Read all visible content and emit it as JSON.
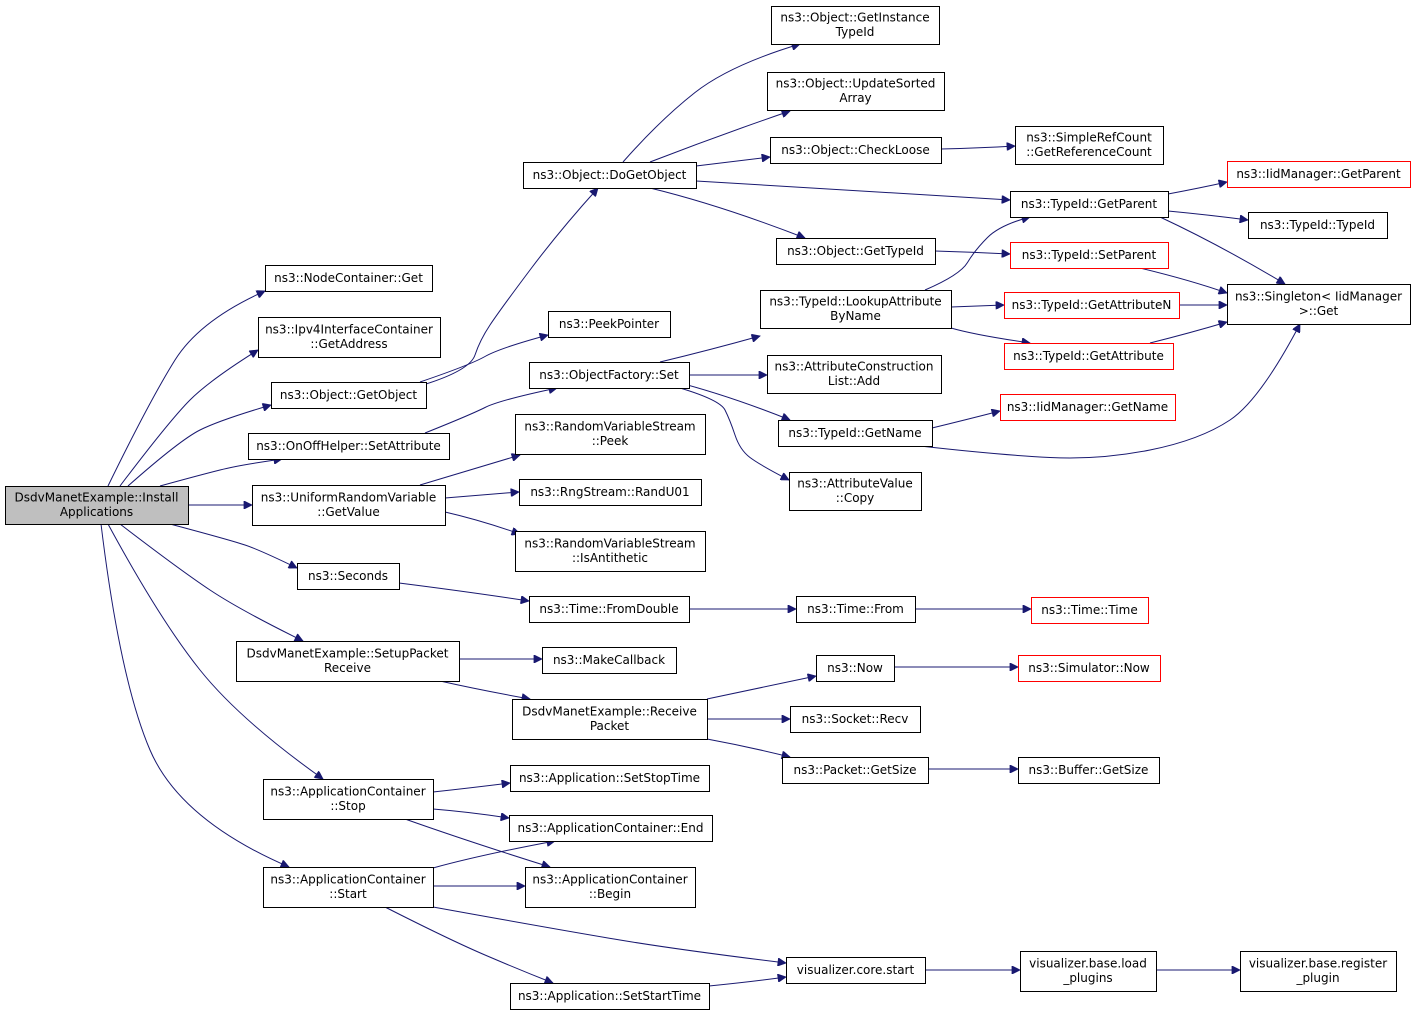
{
  "colors": {
    "edge": "#191970",
    "root_fill": "#bfbfbf",
    "node_border": "#000000",
    "truncated_border": "#ff0000",
    "background": "#ffffff"
  },
  "nodes": [
    {
      "id": "root",
      "lines": [
        "DsdvManetExample::Install",
        "Applications"
      ],
      "style": "root"
    },
    {
      "id": "nc_get",
      "lines": [
        "ns3::NodeContainer::Get"
      ]
    },
    {
      "id": "ipv4_getaddr",
      "lines": [
        "ns3::Ipv4InterfaceContainer",
        "::GetAddress"
      ]
    },
    {
      "id": "obj_getobject",
      "lines": [
        "ns3::Object::GetObject"
      ]
    },
    {
      "id": "onoff_setattr",
      "lines": [
        "ns3::OnOffHelper::SetAttribute"
      ]
    },
    {
      "id": "urv_getvalue",
      "lines": [
        "ns3::UniformRandomVariable",
        "::GetValue"
      ]
    },
    {
      "id": "seconds",
      "lines": [
        "ns3::Seconds"
      ]
    },
    {
      "id": "setup_recv",
      "lines": [
        "DsdvManetExample::SetupPacket",
        "Receive"
      ]
    },
    {
      "id": "ac_stop",
      "lines": [
        "ns3::ApplicationContainer",
        "::Stop"
      ]
    },
    {
      "id": "ac_start",
      "lines": [
        "ns3::ApplicationContainer",
        "::Start"
      ]
    },
    {
      "id": "obj_dogetobject",
      "lines": [
        "ns3::Object::DoGetObject"
      ]
    },
    {
      "id": "peekpointer",
      "lines": [
        "ns3::PeekPointer"
      ]
    },
    {
      "id": "of_set",
      "lines": [
        "ns3::ObjectFactory::Set"
      ]
    },
    {
      "id": "rvs_peek",
      "lines": [
        "ns3::RandomVariableStream",
        "::Peek"
      ]
    },
    {
      "id": "rng_randu01",
      "lines": [
        "ns3::RngStream::RandU01"
      ]
    },
    {
      "id": "rvs_isanti",
      "lines": [
        "ns3::RandomVariableStream",
        "::IsAntithetic"
      ]
    },
    {
      "id": "time_fromdouble",
      "lines": [
        "ns3::Time::FromDouble"
      ]
    },
    {
      "id": "makecallback",
      "lines": [
        "ns3::MakeCallback"
      ]
    },
    {
      "id": "recv_packet",
      "lines": [
        "DsdvManetExample::Receive",
        "Packet"
      ]
    },
    {
      "id": "app_setstop",
      "lines": [
        "ns3::Application::SetStopTime"
      ]
    },
    {
      "id": "ac_end",
      "lines": [
        "ns3::ApplicationContainer::End"
      ]
    },
    {
      "id": "ac_begin",
      "lines": [
        "ns3::ApplicationContainer",
        "::Begin"
      ]
    },
    {
      "id": "app_setstart",
      "lines": [
        "ns3::Application::SetStartTime"
      ]
    },
    {
      "id": "obj_getinstance",
      "lines": [
        "ns3::Object::GetInstance",
        "TypeId"
      ]
    },
    {
      "id": "obj_updatesorted",
      "lines": [
        "ns3::Object::UpdateSorted",
        "Array"
      ]
    },
    {
      "id": "obj_checkloose",
      "lines": [
        "ns3::Object::CheckLoose"
      ]
    },
    {
      "id": "obj_gettypeid",
      "lines": [
        "ns3::Object::GetTypeId"
      ]
    },
    {
      "id": "tid_lookupattr",
      "lines": [
        "ns3::TypeId::LookupAttribute",
        "ByName"
      ]
    },
    {
      "id": "attrconst_add",
      "lines": [
        "ns3::AttributeConstruction",
        "List::Add"
      ]
    },
    {
      "id": "tid_getname",
      "lines": [
        "ns3::TypeId::GetName"
      ]
    },
    {
      "id": "attrval_copy",
      "lines": [
        "ns3::AttributeValue",
        "::Copy"
      ]
    },
    {
      "id": "time_from",
      "lines": [
        "ns3::Time::From"
      ]
    },
    {
      "id": "now",
      "lines": [
        "ns3::Now"
      ]
    },
    {
      "id": "socket_recv",
      "lines": [
        "ns3::Socket::Recv"
      ]
    },
    {
      "id": "packet_getsize",
      "lines": [
        "ns3::Packet::GetSize"
      ]
    },
    {
      "id": "viz_core_start",
      "lines": [
        "visualizer.core.start"
      ]
    },
    {
      "id": "src_getrefcount",
      "lines": [
        "ns3::SimpleRefCount",
        "::GetReferenceCount"
      ]
    },
    {
      "id": "tid_getparent",
      "lines": [
        "ns3::TypeId::GetParent"
      ]
    },
    {
      "id": "tid_setparent",
      "lines": [
        "ns3::TypeId::SetParent"
      ],
      "style": "truncated"
    },
    {
      "id": "tid_getattrn",
      "lines": [
        "ns3::TypeId::GetAttributeN"
      ],
      "style": "truncated"
    },
    {
      "id": "tid_getattr",
      "lines": [
        "ns3::TypeId::GetAttribute"
      ],
      "style": "truncated"
    },
    {
      "id": "iid_getname",
      "lines": [
        "ns3::IidManager::GetName"
      ],
      "style": "truncated"
    },
    {
      "id": "time_time",
      "lines": [
        "ns3::Time::Time"
      ],
      "style": "truncated"
    },
    {
      "id": "sim_now",
      "lines": [
        "ns3::Simulator::Now"
      ],
      "style": "truncated"
    },
    {
      "id": "buffer_getsize",
      "lines": [
        "ns3::Buffer::GetSize"
      ]
    },
    {
      "id": "viz_loadplugins",
      "lines": [
        "visualizer.base.load",
        "_plugins"
      ]
    },
    {
      "id": "iid_getparent",
      "lines": [
        "ns3::IidManager::GetParent"
      ],
      "style": "truncated"
    },
    {
      "id": "tid_typeid",
      "lines": [
        "ns3::TypeId::TypeId"
      ]
    },
    {
      "id": "singleton_get",
      "lines": [
        "ns3::Singleton< IidManager",
        ">::Get"
      ]
    },
    {
      "id": "viz_registerplugin",
      "lines": [
        "visualizer.base.register",
        "_plugin"
      ]
    }
  ],
  "edges": [
    [
      "root",
      "nc_get"
    ],
    [
      "root",
      "ipv4_getaddr"
    ],
    [
      "root",
      "obj_getobject"
    ],
    [
      "root",
      "onoff_setattr"
    ],
    [
      "root",
      "urv_getvalue"
    ],
    [
      "root",
      "seconds"
    ],
    [
      "root",
      "setup_recv"
    ],
    [
      "root",
      "ac_stop"
    ],
    [
      "root",
      "ac_start"
    ],
    [
      "obj_getobject",
      "obj_dogetobject"
    ],
    [
      "obj_getobject",
      "peekpointer"
    ],
    [
      "onoff_setattr",
      "of_set"
    ],
    [
      "urv_getvalue",
      "rvs_peek"
    ],
    [
      "urv_getvalue",
      "rng_randu01"
    ],
    [
      "urv_getvalue",
      "rvs_isanti"
    ],
    [
      "seconds",
      "time_fromdouble"
    ],
    [
      "setup_recv",
      "makecallback"
    ],
    [
      "setup_recv",
      "recv_packet"
    ],
    [
      "ac_stop",
      "app_setstop"
    ],
    [
      "ac_stop",
      "ac_end"
    ],
    [
      "ac_stop",
      "ac_begin"
    ],
    [
      "ac_start",
      "ac_end"
    ],
    [
      "ac_start",
      "ac_begin"
    ],
    [
      "ac_start",
      "app_setstart"
    ],
    [
      "ac_start",
      "viz_core_start"
    ],
    [
      "obj_dogetobject",
      "obj_getinstance"
    ],
    [
      "obj_dogetobject",
      "obj_updatesorted"
    ],
    [
      "obj_dogetobject",
      "obj_checkloose"
    ],
    [
      "obj_dogetobject",
      "tid_getparent"
    ],
    [
      "obj_dogetobject",
      "obj_gettypeid"
    ],
    [
      "of_set",
      "tid_lookupattr"
    ],
    [
      "of_set",
      "attrconst_add"
    ],
    [
      "of_set",
      "tid_getname"
    ],
    [
      "of_set",
      "attrval_copy"
    ],
    [
      "time_fromdouble",
      "time_from"
    ],
    [
      "recv_packet",
      "now"
    ],
    [
      "recv_packet",
      "socket_recv"
    ],
    [
      "recv_packet",
      "packet_getsize"
    ],
    [
      "app_setstart",
      "viz_core_start"
    ],
    [
      "obj_checkloose",
      "src_getrefcount"
    ],
    [
      "obj_gettypeid",
      "tid_setparent"
    ],
    [
      "tid_lookupattr",
      "tid_getparent"
    ],
    [
      "tid_lookupattr",
      "tid_getattrn"
    ],
    [
      "tid_lookupattr",
      "tid_getattr"
    ],
    [
      "tid_getname",
      "iid_getname"
    ],
    [
      "tid_getname",
      "singleton_get"
    ],
    [
      "time_from",
      "time_time"
    ],
    [
      "now",
      "sim_now"
    ],
    [
      "packet_getsize",
      "buffer_getsize"
    ],
    [
      "viz_core_start",
      "viz_loadplugins"
    ],
    [
      "tid_getparent",
      "iid_getparent"
    ],
    [
      "tid_getparent",
      "tid_typeid"
    ],
    [
      "tid_getparent",
      "singleton_get"
    ],
    [
      "tid_setparent",
      "singleton_get"
    ],
    [
      "tid_getattrn",
      "singleton_get"
    ],
    [
      "tid_getattr",
      "singleton_get"
    ],
    [
      "viz_loadplugins",
      "viz_registerplugin"
    ]
  ]
}
